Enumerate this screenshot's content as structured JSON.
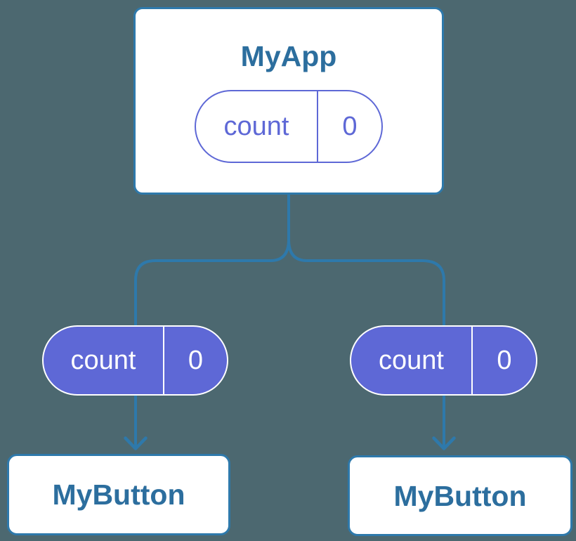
{
  "diagram": {
    "root": {
      "title": "MyApp",
      "state": {
        "label": "count",
        "value": "0"
      }
    },
    "props": [
      {
        "label": "count",
        "value": "0"
      },
      {
        "label": "count",
        "value": "0"
      }
    ],
    "children": [
      {
        "title": "MyButton"
      },
      {
        "title": "MyButton"
      }
    ],
    "colors": {
      "background": "#4C6870",
      "connector": "#2E79AB",
      "card_background": "#FFFFFF",
      "card_border": "#2E79AB",
      "node_title_text": "#2C6E9E",
      "pill_purple": "#5E68D6",
      "pill_text_on_purple": "#FFFFFF"
    }
  }
}
